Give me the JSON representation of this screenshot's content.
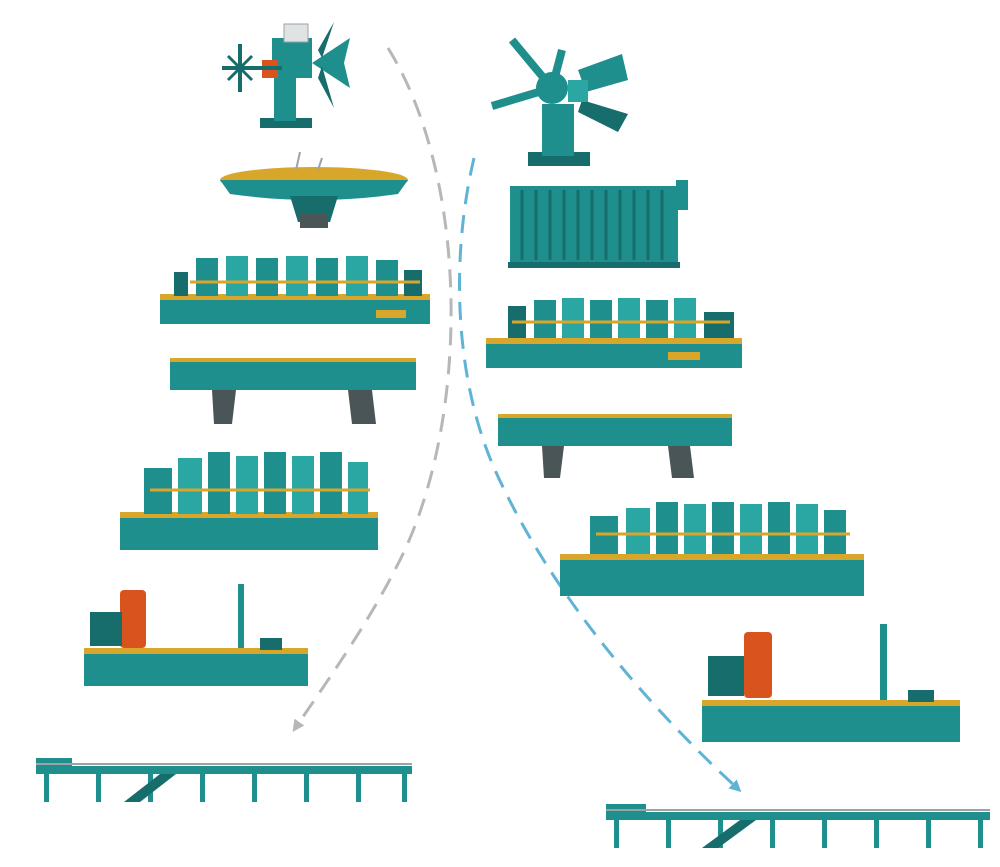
{
  "colors": {
    "background": "#ffffff",
    "machine_body": "#1e8f8c",
    "machine_dark": "#166d6b",
    "machine_light": "#2aa7a3",
    "accent_yellow": "#d8a62a",
    "accent_orange": "#d9531e",
    "steel": "#9aa3a6",
    "shadow": "#4a5558",
    "left_route_arrow": "#b7b7b7",
    "right_route_arrow": "#5fb4d6"
  },
  "routes": [
    {
      "name": "",
      "stations": [
        "uncoiler",
        "accumulator",
        "forming-mill",
        "bridge-table",
        "sizing-mill",
        "cutoff-saw",
        "run-out-table"
      ]
    },
    {
      "name": "",
      "stations": [
        "uncoiler",
        "accumulator",
        "forming-mill",
        "bridge-table",
        "sizing-mill",
        "cutoff-saw",
        "run-out-table"
      ]
    }
  ],
  "icons": {
    "uncoiler": "uncoiler-icon",
    "horizontal_accumulator": "horizontal-accumulator-icon",
    "cage_accumulator": "cage-accumulator-icon",
    "mill": "roll-stand-mill-icon",
    "bridge": "bridge-table-icon",
    "saw": "flying-saw-icon",
    "runout": "run-out-table-icon"
  }
}
